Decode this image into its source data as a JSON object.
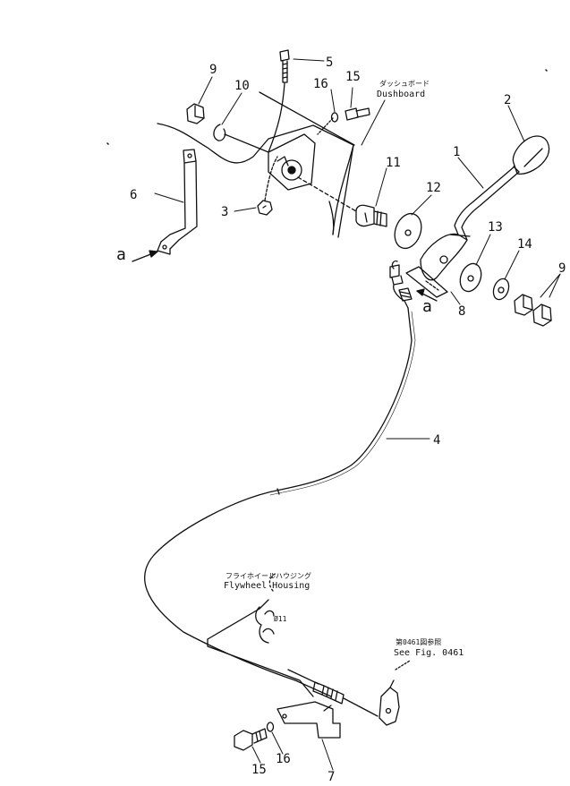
{
  "callouts": {
    "c1": "1",
    "c2": "2",
    "c3": "3",
    "c4": "4",
    "c5": "5",
    "c6": "6",
    "c7": "7",
    "c8": "8",
    "c9a": "9",
    "c9b": "9",
    "c10": "10",
    "c11": "11",
    "c12": "12",
    "c13": "13",
    "c14": "14",
    "c15a": "15",
    "c15b": "15",
    "c16a": "16",
    "c16b": "16",
    "a1": "a",
    "a2": "a"
  },
  "labels": {
    "dash_jp": "ダッシュボード",
    "dash_en": "Dushboard",
    "fly_jp": "フライホイールハウジング",
    "fly_en": "Flywheel  Housing",
    "see_jp": "第0461図参照",
    "see_en": "See  Fig. 0461",
    "fig_note": "Ø11"
  }
}
